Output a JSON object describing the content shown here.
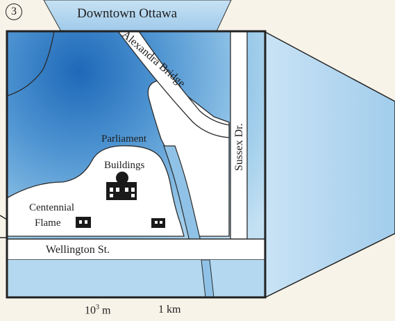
{
  "figure_number": "3",
  "title": "Downtown Ottawa",
  "streets": {
    "bridge": "Alexandra Bridge",
    "sussex": "Sussex Dr.",
    "wellington": "Wellington St."
  },
  "landmarks": {
    "parliament_line1": "Parliament",
    "parliament_line2": "Buildings",
    "flame_line1": "Centennial",
    "flame_line2": "Flame"
  },
  "scale": {
    "power_base": "10",
    "power_exponent": "3",
    "power_unit": "m",
    "distance": "1 km"
  },
  "colors": {
    "water_deep": "#2f78c4",
    "water_light": "#a9d2ec",
    "land": "#ffffff",
    "frame": "#222222",
    "paper": "#f7f3e8"
  }
}
